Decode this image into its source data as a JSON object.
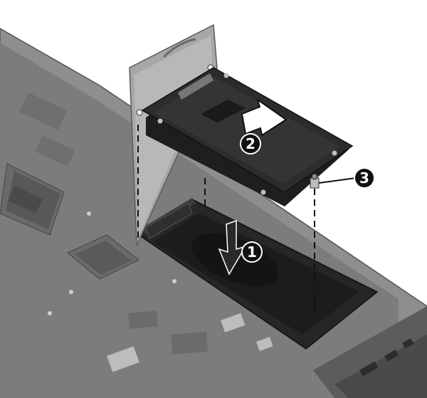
{
  "diagram": {
    "callouts": [
      {
        "id": "step-1",
        "label": "1"
      },
      {
        "id": "step-2",
        "label": "2"
      },
      {
        "id": "step-3",
        "label": "3"
      }
    ],
    "colors": {
      "chassis_dark": "#3b3b3b",
      "chassis_mid": "#6e6e6e",
      "chassis_light": "#9a9a9a",
      "drive_top": "#2b2b2b",
      "bay_floor": "#1f1f1f",
      "callout_fill": "#111111",
      "dashed_guide": "#111111"
    }
  }
}
